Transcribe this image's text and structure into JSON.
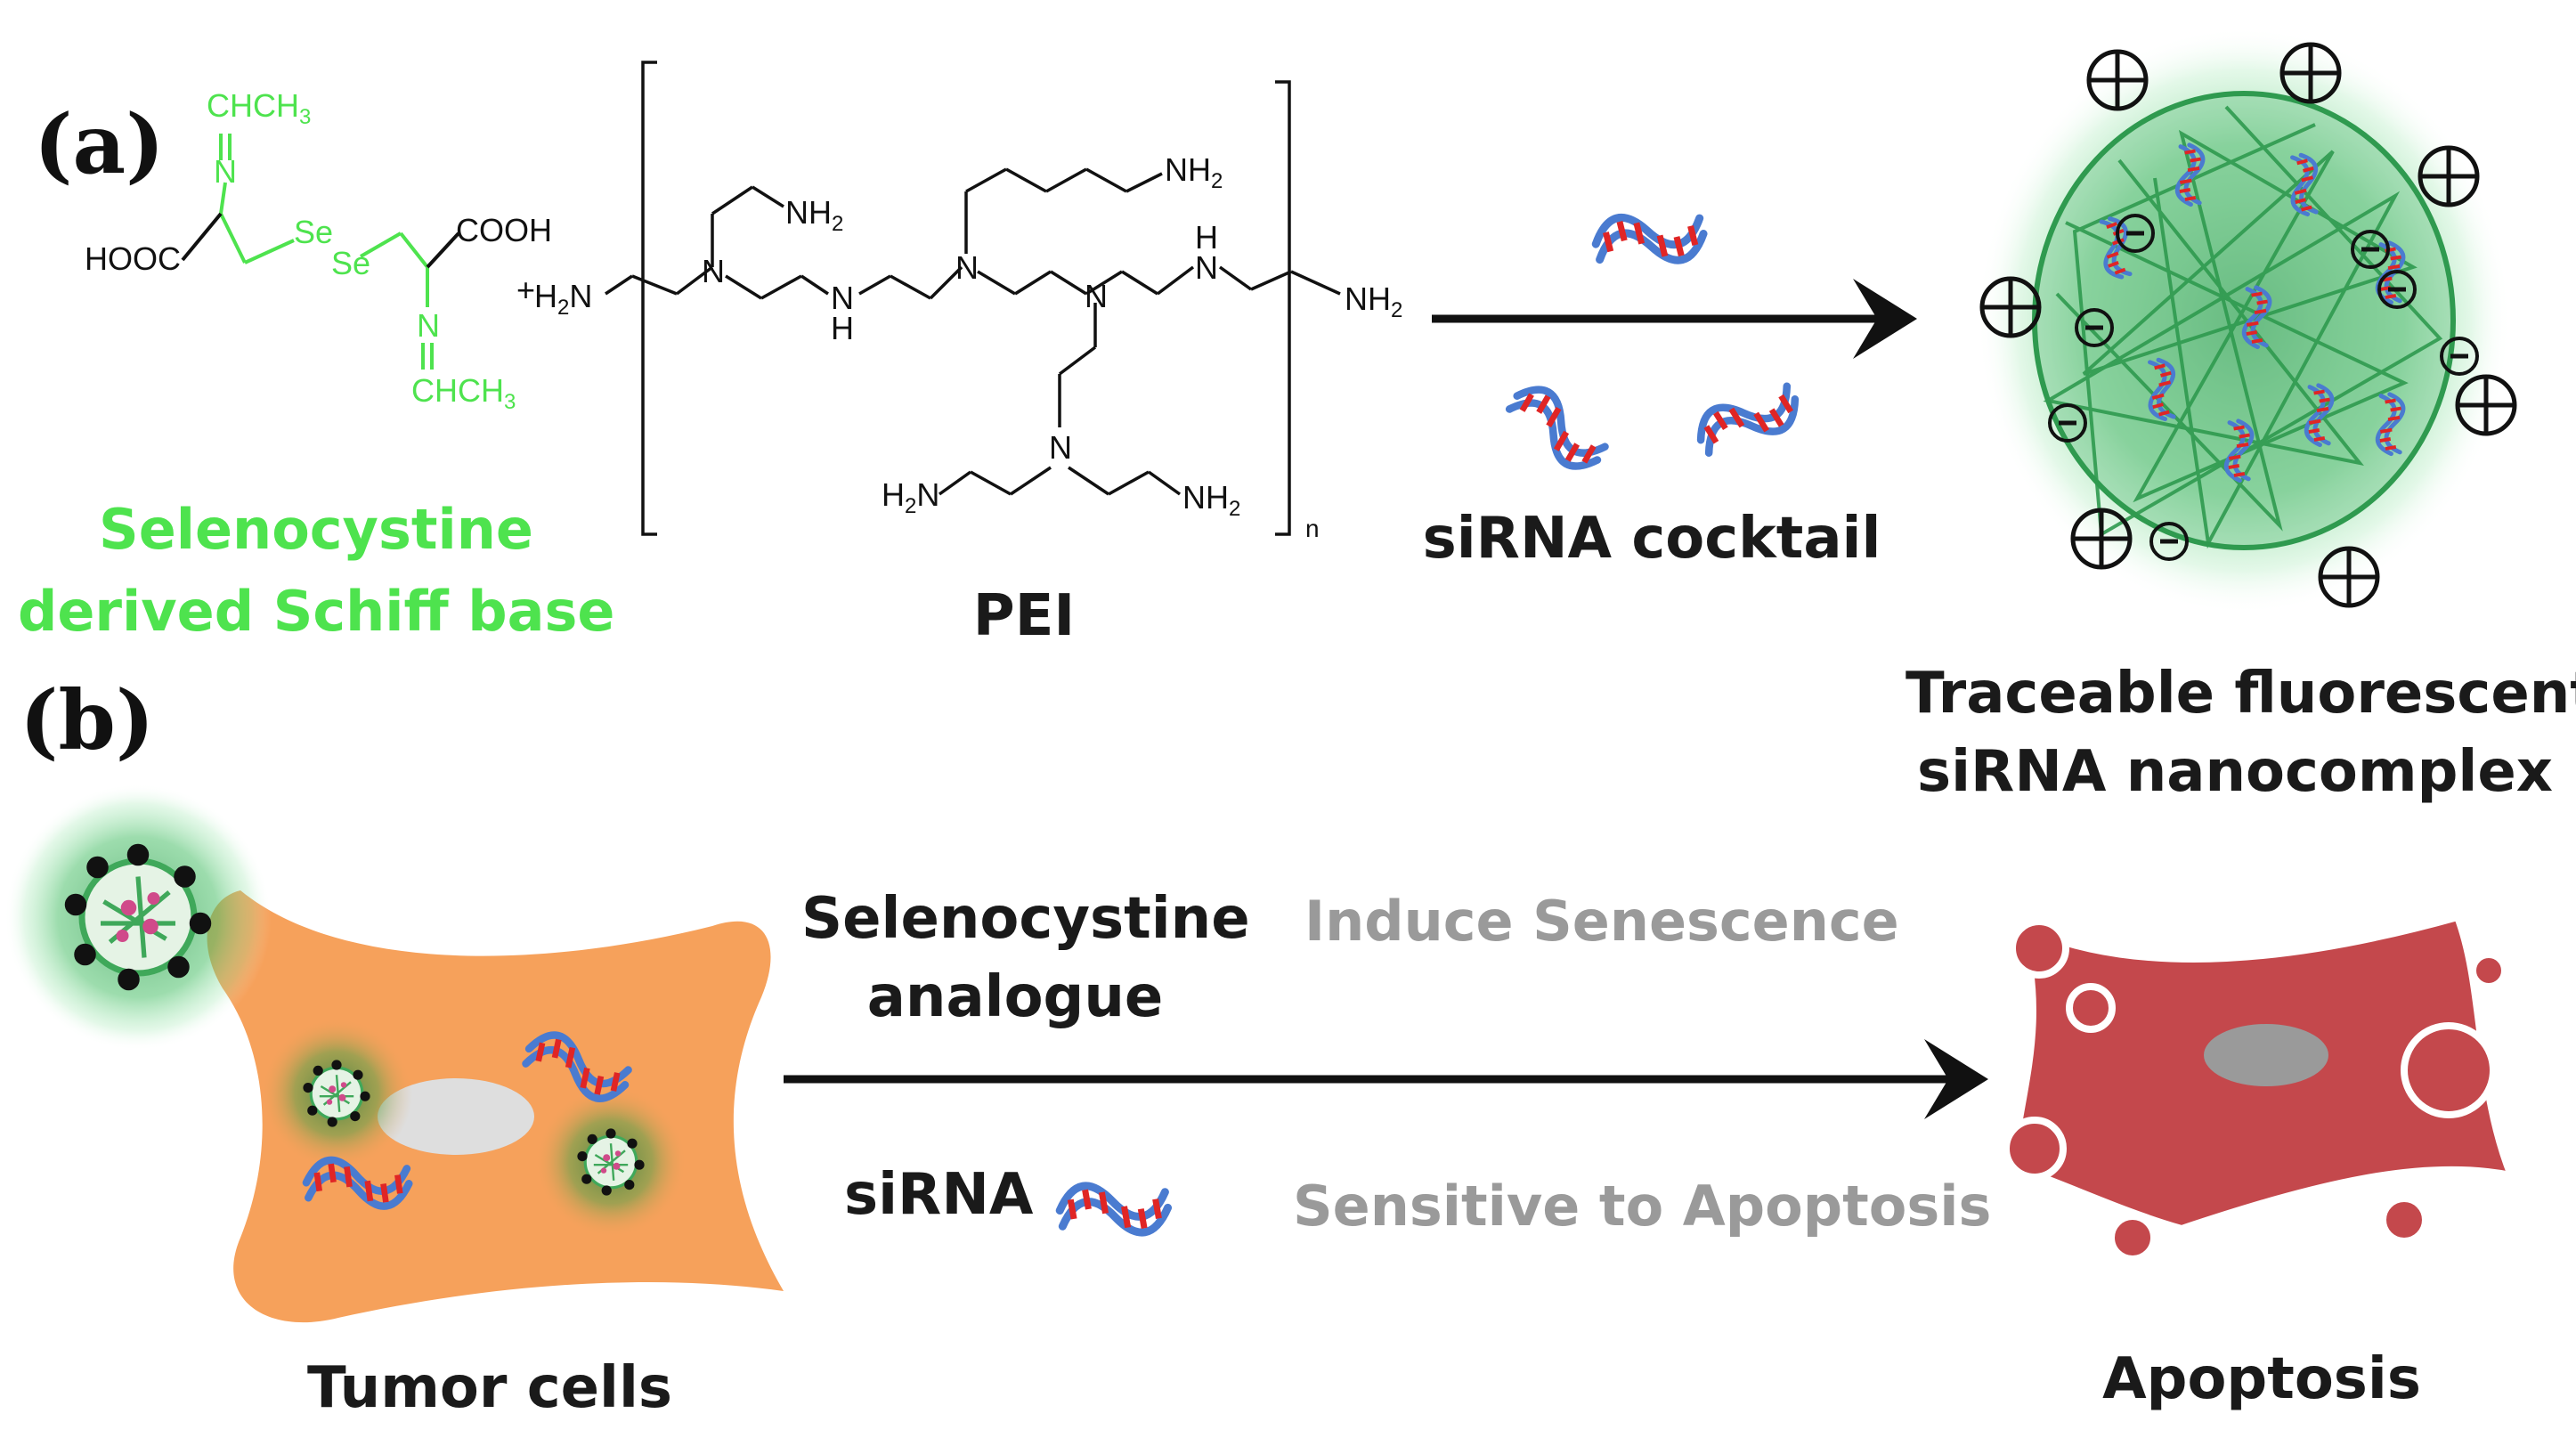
{
  "colors": {
    "green": "#4ee34e",
    "grey_text": "#9a9a9a",
    "black": "#111111",
    "cell_orange": "#f6a15b",
    "apoptotic_red": "#c4484c",
    "nucleus_grey": "#9a9a9a",
    "sirna_blue": "#4a7bd0",
    "sirna_red": "#e02525",
    "nano_green": "#3fa85a"
  },
  "panel_a": {
    "label": "(a)",
    "schiff_base": {
      "caption_line1": "Selenocystine",
      "caption_line2": "derived Schiff base",
      "atoms": {
        "top_group": "CHCH",
        "top_sub": "3",
        "top_n": "N",
        "acid_left": "HOOC",
        "se1": "Se",
        "se2": "Se",
        "acid_right": "COOH",
        "bottom_n": "N",
        "bottom_group": "CHCH",
        "bottom_sub": "3"
      }
    },
    "plus_sign": "+",
    "pei": {
      "caption": "PEI",
      "repeat_subscript": "n",
      "atoms": {
        "h2n_left": "H",
        "h2n_left_sub": "2",
        "h2n_left_n": "N",
        "n1": "N",
        "nh2_top1": "NH",
        "nh2_top1_sub": "2",
        "nh_left": "N",
        "nh_left_h": "H",
        "n2": "N",
        "nh2_top2": "NH",
        "nh2_top2_sub": "2",
        "n3": "N",
        "nh_right": "N",
        "nh_right_h": "H",
        "nh2_right": "NH",
        "nh2_right_sub": "2",
        "n4": "N",
        "h2n_bottom": "H",
        "h2n_bottom_sub": "2",
        "h2n_bottom_n": "N",
        "nh2_bottom": "NH",
        "nh2_bottom_sub": "2"
      }
    },
    "arrow_label": "siRNA cocktail",
    "nanocomplex": {
      "caption_line1": "Traceable fluorescent",
      "caption_line2": "siRNA nanocomplex"
    }
  },
  "panel_b": {
    "label": "(b)",
    "tumor_caption": "Tumor cells",
    "above_arrow_line1": "Selenocystine",
    "above_arrow_line2": "analogue",
    "above_arrow_grey": "Induce Senescence",
    "below_arrow": "siRNA",
    "below_arrow_grey": "Sensitive to Apoptosis",
    "apoptosis_caption": "Apoptosis"
  }
}
